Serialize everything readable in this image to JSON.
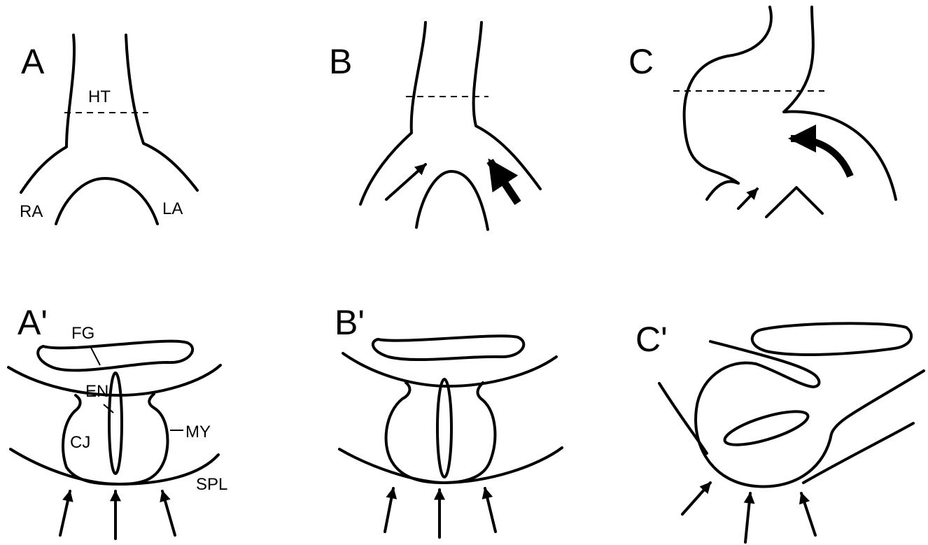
{
  "panels": {
    "A": {
      "label": "A",
      "ht": "HT",
      "ra": "RA",
      "la": "LA"
    },
    "B": {
      "label": "B"
    },
    "C": {
      "label": "C"
    },
    "A_prime": {
      "label": "A'",
      "fg": "FG",
      "en": "EN",
      "cj": "CJ",
      "my": "MY",
      "spl": "SPL"
    },
    "B_prime": {
      "label": "B'"
    },
    "C_prime": {
      "label": "C'"
    }
  }
}
